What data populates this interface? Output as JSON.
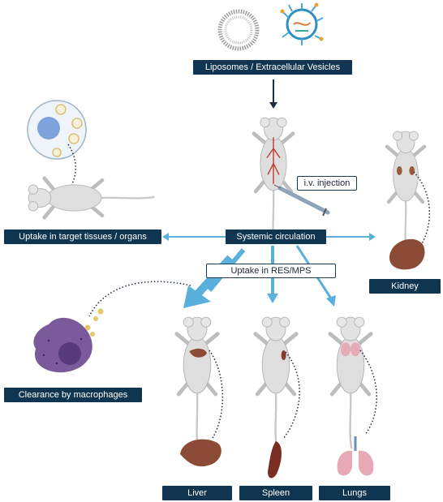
{
  "labels": {
    "vesicles": "Liposomes / Extracellular Vesicles",
    "target": "Uptake in target tissues / organs",
    "circulation": "Systemic circulation",
    "injection": "i.v. injection",
    "res": "Uptake in RES/MPS",
    "kidney": "Kidney",
    "macrophages": "Clearance by macrophages",
    "liver": "Liver",
    "spleen": "Spleen",
    "lungs": "Lungs"
  },
  "colors": {
    "label_bg": "#0f3550",
    "arrow": "#5aafdc",
    "mouse": "#dcdcdc",
    "macrophage": "#7a5a9a",
    "organ": "#8c4b36"
  }
}
